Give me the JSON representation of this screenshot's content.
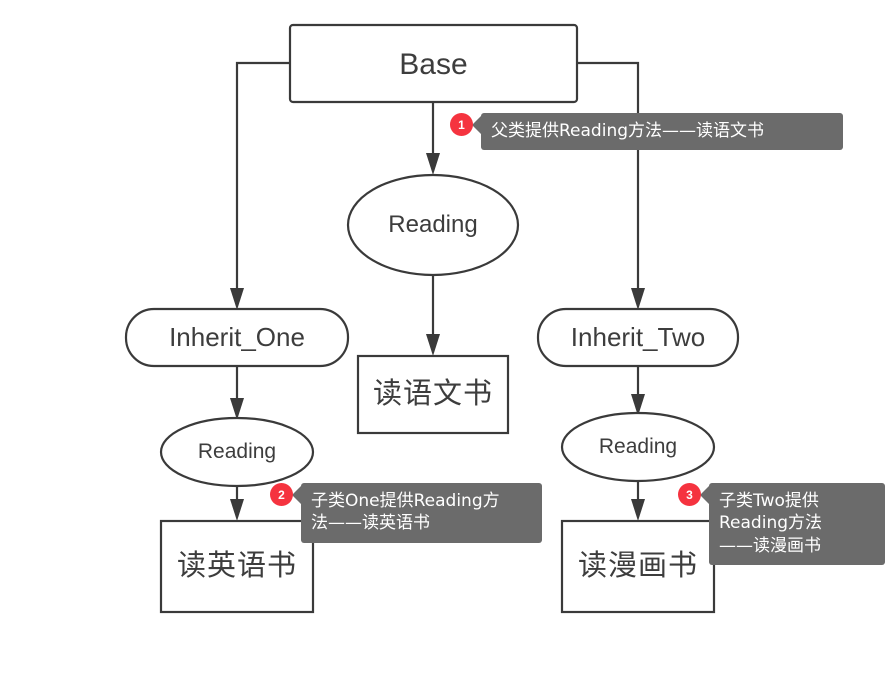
{
  "diagram": {
    "title": "Inheritance / method overriding flow diagram",
    "colors": {
      "background": "#ffffff",
      "node_stroke": "#3a3a3a",
      "node_fill": "#ffffff",
      "callout_background": "#6b6b6b",
      "callout_text": "#ffffff",
      "badge_background": "#f5333f",
      "badge_text": "#ffffff",
      "label_text": "#3d3d3d"
    },
    "nodes": {
      "base": {
        "label": "Base",
        "shape": "rectangle"
      },
      "reading_base": {
        "label": "Reading",
        "shape": "ellipse"
      },
      "inherit_one": {
        "label": "Inherit_One",
        "shape": "rounded-rectangle"
      },
      "inherit_two": {
        "label": "Inherit_Two",
        "shape": "rounded-rectangle"
      },
      "reading_one": {
        "label": "Reading",
        "shape": "ellipse"
      },
      "reading_two": {
        "label": "Reading",
        "shape": "ellipse"
      },
      "result_base": {
        "label": "读语文书",
        "shape": "rectangle"
      },
      "result_one": {
        "label": "读英语书",
        "shape": "rectangle"
      },
      "result_two": {
        "label": "读漫画书",
        "shape": "rectangle"
      }
    },
    "edges": [
      {
        "from": "base",
        "to": "inherit_one",
        "style": "orthogonal-arrow"
      },
      {
        "from": "base",
        "to": "reading_base",
        "style": "straight-arrow"
      },
      {
        "from": "base",
        "to": "inherit_two",
        "style": "orthogonal-arrow"
      },
      {
        "from": "reading_base",
        "to": "result_base",
        "style": "straight-arrow"
      },
      {
        "from": "inherit_one",
        "to": "reading_one",
        "style": "straight-arrow"
      },
      {
        "from": "reading_one",
        "to": "result_one",
        "style": "straight-arrow"
      },
      {
        "from": "inherit_two",
        "to": "reading_two",
        "style": "straight-arrow"
      },
      {
        "from": "reading_two",
        "to": "result_two",
        "style": "straight-arrow"
      }
    ],
    "callouts": [
      {
        "number": "1",
        "text": "父类提供Reading方法——读语文书",
        "anchor": "base-to-reading"
      },
      {
        "number": "2",
        "text": "子类One提供Reading方\n法——读英语书",
        "anchor": "reading-one-to-result"
      },
      {
        "number": "3",
        "text": "子类Two提供\nReading方法\n——读漫画书",
        "anchor": "reading-two-to-result"
      }
    ]
  }
}
